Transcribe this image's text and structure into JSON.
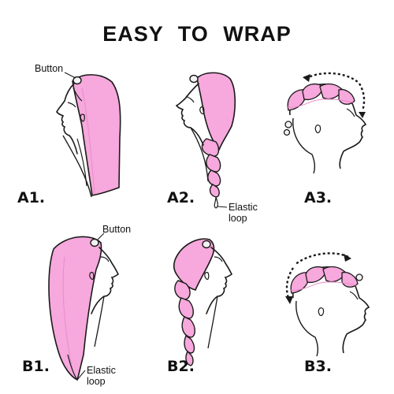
{
  "title": "EASY TO WRAP",
  "colors": {
    "towel": "#f7a8dc",
    "towel_shade": "#e98ccb",
    "line": "#1a1a1a"
  },
  "steps": [
    {
      "label": "A1."
    },
    {
      "label": "A2."
    },
    {
      "label": "A3."
    },
    {
      "label": "B1."
    },
    {
      "label": "B2."
    },
    {
      "label": "B3."
    }
  ],
  "callouts": {
    "a1_button": "Button",
    "a2_elastic": "Elastic loop",
    "b1_button": "Button",
    "b1_elastic": "Elastic loop"
  },
  "icons": {
    "button": "towel-button-icon",
    "rotation_arrow": "rotation-arrow-icon"
  }
}
